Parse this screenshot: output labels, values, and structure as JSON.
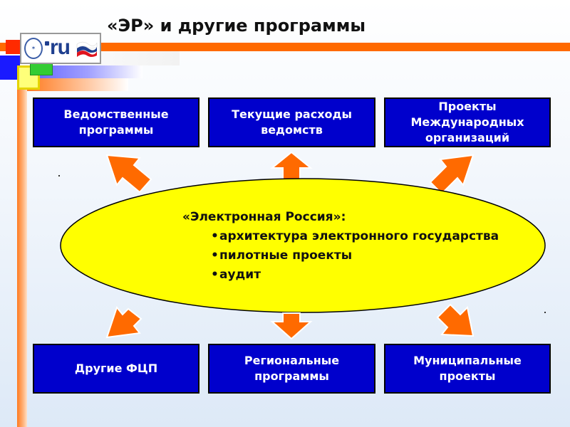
{
  "title": "«ЭР» и другие программы",
  "logo": {
    "text": "ru",
    "seal_icon": "gerb-seal-icon",
    "flag_icon": "russian-flag-icon"
  },
  "boxes": {
    "top_left": "Ведомственные\nпрограммы",
    "top_center": "Текущие расходы\nведомств",
    "top_right": "Проекты\nМеждународных\nорганизаций",
    "bottom_left": "Другие ФЦП",
    "bottom_center": "Региональные\nпрограммы",
    "bottom_right": "Муниципальные\nпроекты"
  },
  "center": {
    "heading": "«Электронная Россия»:",
    "bullets": [
      "архитектура электронного государства",
      "пилотные проекты",
      "аудит"
    ]
  },
  "colors": {
    "box_fill": "#0000cc",
    "ellipse_fill": "#ffff00",
    "arrow_fill": "#ff6a00",
    "accent_bar": "#ff6a00"
  }
}
